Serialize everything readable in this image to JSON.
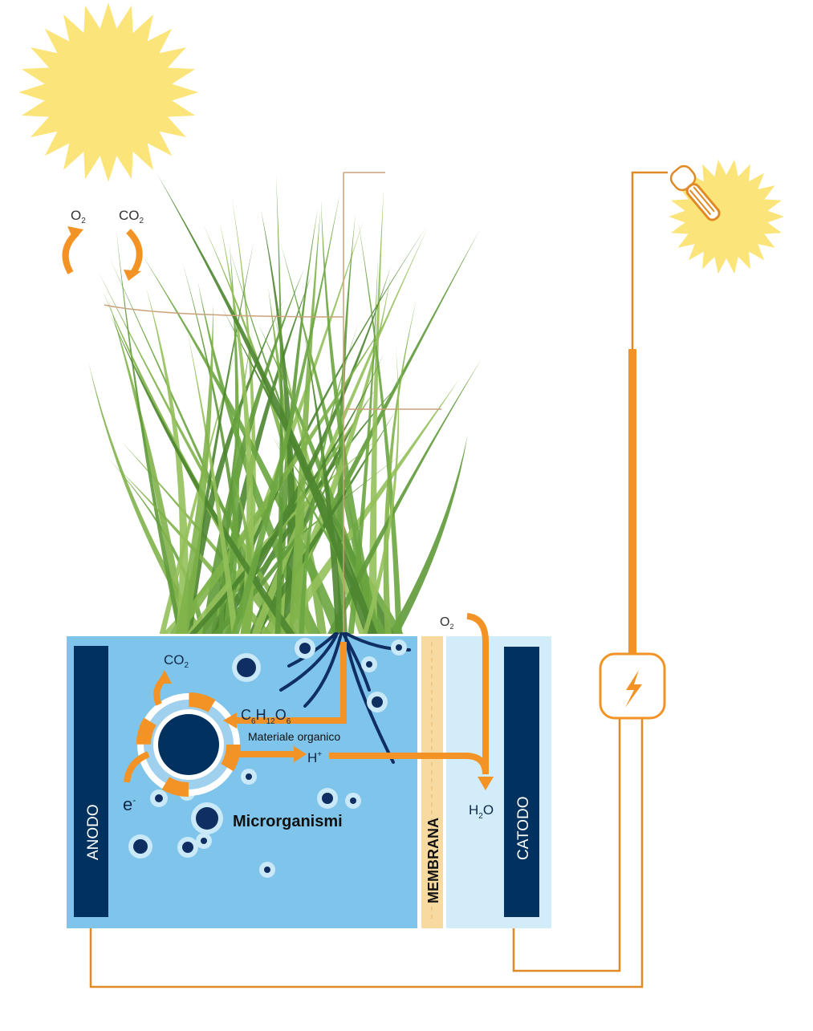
{
  "labels": {
    "o2_top": {
      "base": "O",
      "sub": "2"
    },
    "co2_top": {
      "base": "CO",
      "sub": "2"
    },
    "co2_anode": {
      "base": "CO",
      "sub": "2"
    },
    "glucose": {
      "c": "C",
      "c_sub": "6",
      "h": "H",
      "h_sub": "12",
      "o": "O",
      "o_sub": "6"
    },
    "organic_material": "Materiale organico",
    "proton": {
      "base": "H",
      "sup": "+"
    },
    "electron": {
      "base": "e",
      "sup": "-"
    },
    "microorganisms": "Microrganismi",
    "o2_cathode": {
      "base": "O",
      "sub": "2"
    },
    "water": {
      "h": "H",
      "h_sub": "2",
      "o": "O"
    },
    "anode": "ANODO",
    "membrane": "MEMBRANA",
    "cathode": "CATODO"
  },
  "colors": {
    "orange": "#f39325",
    "navy": "#00315f",
    "anode_chamber": "#7fc4ea",
    "cathode_chamber": "#d3ecf9",
    "membrane": "#f8d9a0",
    "sun": "#fbe57a",
    "grass": "#5f9a3a"
  }
}
